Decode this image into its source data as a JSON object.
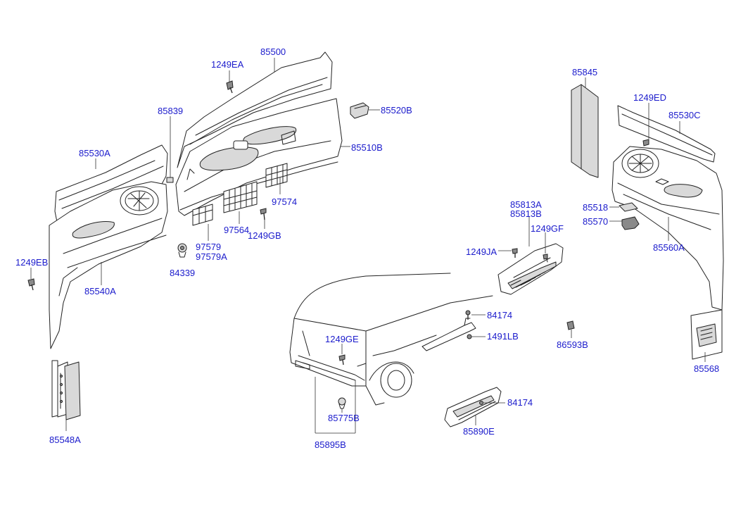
{
  "labels": {
    "l85500": "85500",
    "l1249EA": "1249EA",
    "l85520B": "85520B",
    "l85839": "85839",
    "l85510B": "85510B",
    "l85530A": "85530A",
    "l97574": "97574",
    "l97564": "97564",
    "l1249GB": "1249GB",
    "l97579": "97579",
    "l97579A": "97579A",
    "l84339": "84339",
    "l1249EB": "1249EB",
    "l85540A": "85540A",
    "l85548A": "85548A",
    "l85845": "85845",
    "l1249ED": "1249ED",
    "l85530C": "85530C",
    "l85518": "85518",
    "l85570": "85570",
    "l85560A": "85560A",
    "l85813A": "85813A",
    "l85813B": "85813B",
    "l1249GF": "1249GF",
    "l1249JA": "1249JA",
    "l84174a": "84174",
    "l1491LB": "1491LB",
    "l86593B": "86593B",
    "l1249GE": "1249GE",
    "l85775B": "85775B",
    "l85895B": "85895B",
    "l84174b": "84174",
    "l85890E": "85890E",
    "l85568": "85568"
  }
}
